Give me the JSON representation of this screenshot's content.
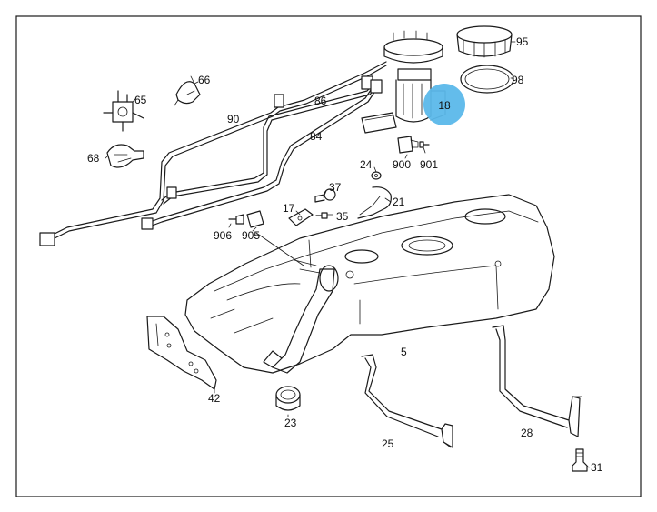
{
  "diagram": {
    "highlight": {
      "label": "18",
      "color": "#5bb8ea"
    },
    "callouts": [
      {
        "id": "label-95",
        "text": "95"
      },
      {
        "id": "label-98",
        "text": "98"
      },
      {
        "id": "label-66",
        "text": "66"
      },
      {
        "id": "label-65",
        "text": "65"
      },
      {
        "id": "label-86",
        "text": "86"
      },
      {
        "id": "label-90",
        "text": "90"
      },
      {
        "id": "label-84",
        "text": "84"
      },
      {
        "id": "label-68",
        "text": "68"
      },
      {
        "id": "label-900",
        "text": "900"
      },
      {
        "id": "label-901",
        "text": "901"
      },
      {
        "id": "label-24",
        "text": "24"
      },
      {
        "id": "label-37",
        "text": "37"
      },
      {
        "id": "label-17",
        "text": "17"
      },
      {
        "id": "label-21",
        "text": "21"
      },
      {
        "id": "label-35",
        "text": "35"
      },
      {
        "id": "label-906",
        "text": "906"
      },
      {
        "id": "label-905",
        "text": "905"
      },
      {
        "id": "label-5",
        "text": "5"
      },
      {
        "id": "label-42",
        "text": "42"
      },
      {
        "id": "label-23",
        "text": "23"
      },
      {
        "id": "label-25",
        "text": "25"
      },
      {
        "id": "label-28",
        "text": "28"
      },
      {
        "id": "label-31",
        "text": "31"
      }
    ]
  }
}
